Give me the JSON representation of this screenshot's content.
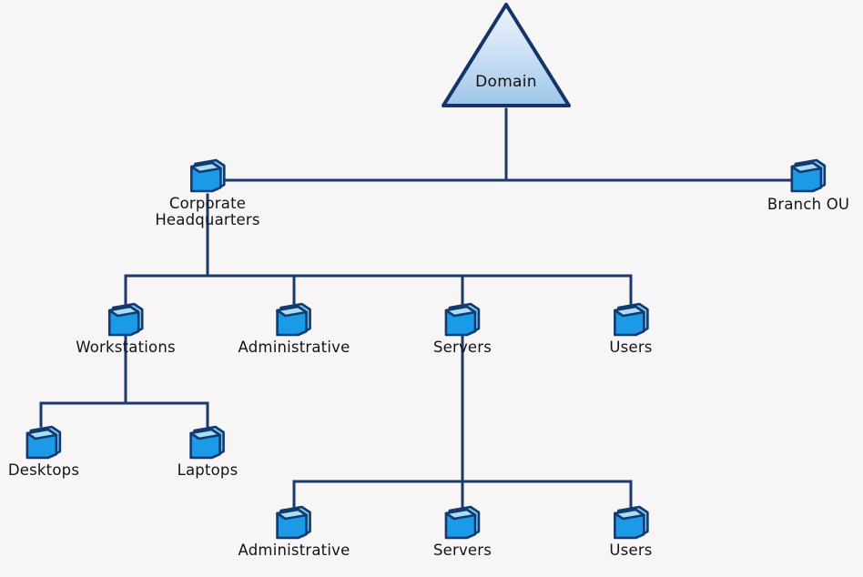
{
  "diagram": {
    "title_node": {
      "label": "Domain",
      "shape": "triangle",
      "icon": "domain-triangle-icon"
    },
    "colors": {
      "background": "#f7f5f5",
      "line": "#1b3a6b",
      "folder_fill": "#1b9ae8",
      "folder_fill_dark": "#0e7fd0",
      "folder_top": "#a8def7",
      "folder_outline": "#123a70",
      "triangle_top": "#e8f1fb",
      "triangle_bottom": "#9dc4e8",
      "triangle_outline": "#13336b",
      "text": "#141414"
    },
    "nodes": [
      {
        "id": "domain",
        "label": "Domain",
        "icon": "domain-triangle-icon"
      },
      {
        "id": "corporate-hq",
        "label": "Corporate",
        "label2": "Headquarters",
        "icon": "folder-icon"
      },
      {
        "id": "branch-ou",
        "label": "Branch OU",
        "icon": "folder-icon"
      },
      {
        "id": "workstations",
        "label": "Workstations",
        "icon": "folder-icon"
      },
      {
        "id": "administrative",
        "label": "Administrative",
        "icon": "folder-icon"
      },
      {
        "id": "servers",
        "label": "Servers",
        "icon": "folder-icon"
      },
      {
        "id": "users",
        "label": "Users",
        "icon": "folder-icon"
      },
      {
        "id": "desktops",
        "label": "Desktops",
        "icon": "folder-icon"
      },
      {
        "id": "laptops",
        "label": "Laptops",
        "icon": "folder-icon"
      },
      {
        "id": "srv-administrative",
        "label": "Administrative",
        "icon": "folder-icon"
      },
      {
        "id": "srv-servers",
        "label": "Servers",
        "icon": "folder-icon"
      },
      {
        "id": "srv-users",
        "label": "Users",
        "icon": "folder-icon"
      }
    ]
  }
}
